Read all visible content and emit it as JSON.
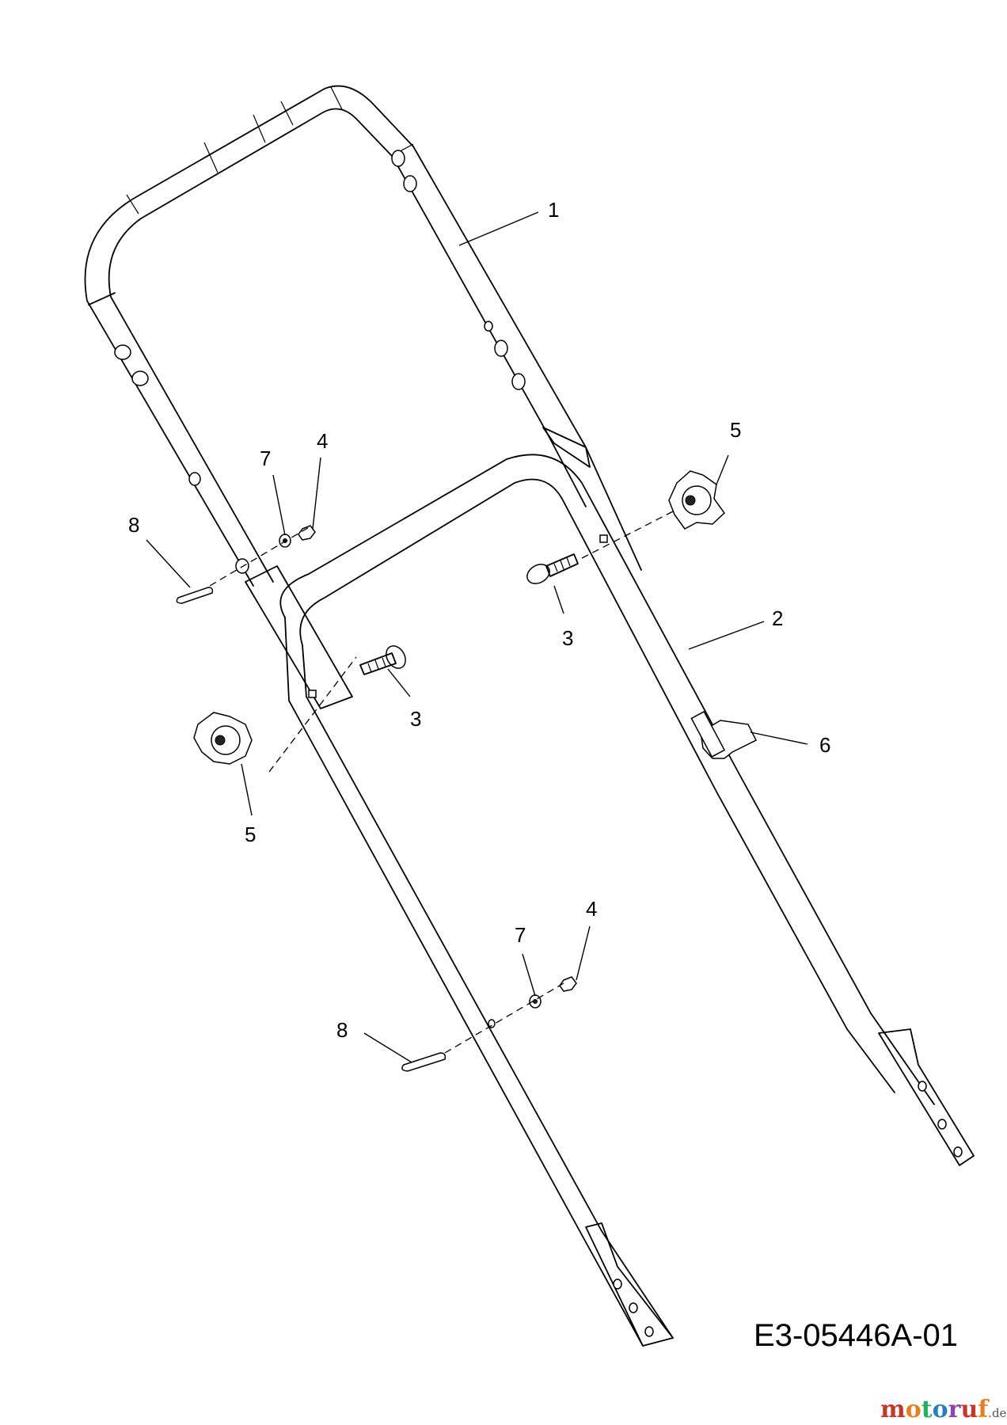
{
  "callouts": {
    "c1": "1",
    "c2": "2",
    "c3a": "3",
    "c3b": "3",
    "c4a": "4",
    "c4b": "4",
    "c5a": "5",
    "c5b": "5",
    "c6": "6",
    "c7a": "7",
    "c7b": "7",
    "c8a": "8",
    "c8b": "8"
  },
  "drawing_number": "E3-05446A-01",
  "watermark": {
    "letters": [
      "m",
      "o",
      "t",
      "o",
      "r",
      "u",
      "f"
    ],
    "suffix": ".de",
    "colors": [
      "#c0392b",
      "#e67e22",
      "#27ae60",
      "#2980b9",
      "#8e44ad",
      "#c0392b",
      "#e67e22"
    ]
  }
}
